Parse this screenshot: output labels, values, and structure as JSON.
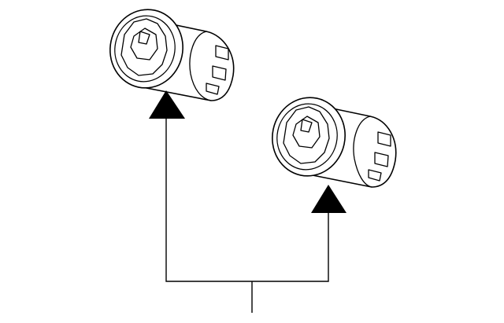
{
  "diagram": {
    "background": "#ffffff",
    "line_color": "#000000",
    "parts": [
      {
        "name": "socket-left",
        "icon": "cylindrical-socket-icon"
      },
      {
        "name": "socket-right",
        "icon": "cylindrical-socket-icon"
      }
    ],
    "callout": {
      "label": "",
      "targets": 2
    }
  }
}
